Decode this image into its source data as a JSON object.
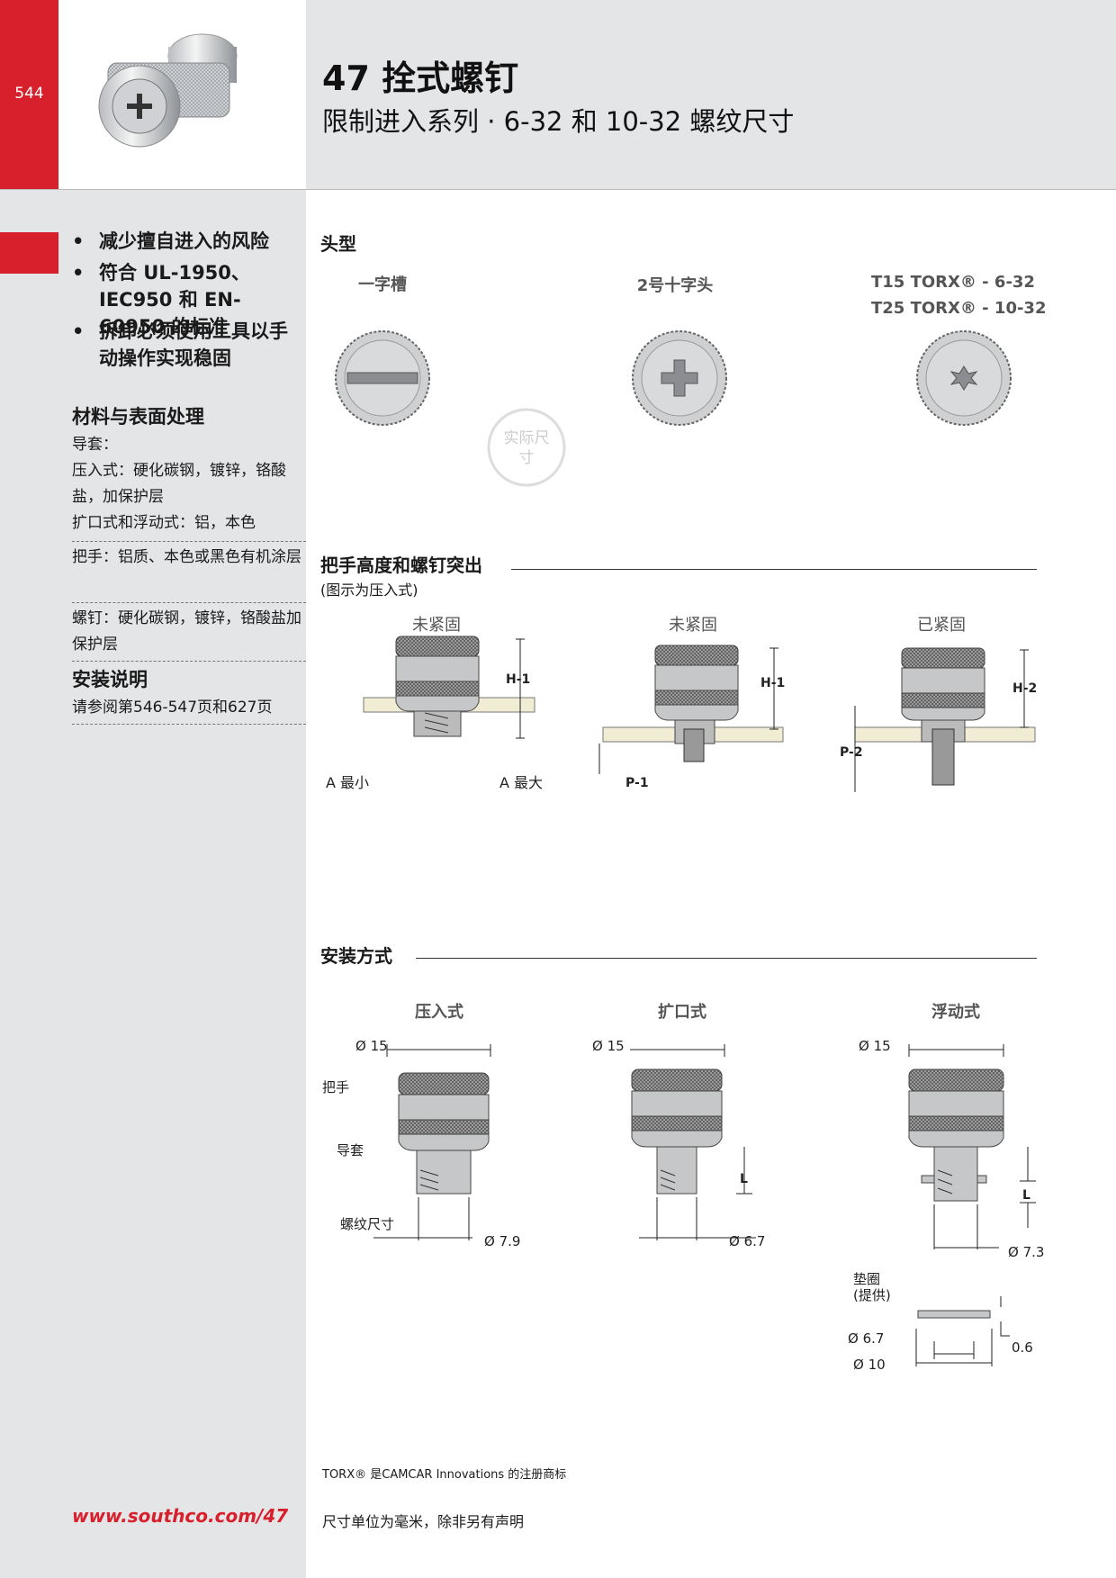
{
  "page_number": "544",
  "title": "47 拴式螺钉",
  "subtitle": "限制进入系列 · 6-32 和 10-32 螺纹尺寸",
  "features": [
    "减少擅自进入的风险",
    "符合 UL-1950、IEC950 和 EN-60950 的标准",
    "拆卸必须使用工具以手动操作实现稳固"
  ],
  "materials": {
    "heading": "材料与表面处理",
    "guide_label": "导套：",
    "guide_press": "压入式：硬化碳钢，镀锌，铬酸盐，加保护层",
    "guide_flare": "扩口式和浮动式：铝，本色",
    "knob": "把手：铝质、本色或黑色有机涂层",
    "screw": "螺钉：硬化碳钢，镀锌，铬酸盐加保护层"
  },
  "install_info": {
    "heading": "安装说明",
    "text": "请参阅第546-547页和627页"
  },
  "head_types": {
    "heading": "头型",
    "slotted": "一字槽",
    "phillips": "2号十字头",
    "torx_1": "T15 TORX® - 6-32",
    "torx_2": "T25 TORX® - 10-32",
    "actual_size_stamp": "实际尺寸"
  },
  "knob_height": {
    "heading": "把手高度和螺钉突出",
    "note": "(图示为压入式)",
    "state_1": "未紧固",
    "state_2": "未紧固",
    "state_3": "已紧固",
    "h1": "H-1",
    "h2": "H-2",
    "p1": "P-1",
    "p2": "P-2",
    "a_min": "A 最小",
    "a_max": "A 最大"
  },
  "mounting": {
    "heading": "安装方式",
    "press_in": "压入式",
    "flare": "扩口式",
    "floating": "浮动式",
    "dia_15": "Ø 15",
    "knob_label": "把手",
    "guide_label": "导套",
    "thread_label": "螺纹尺寸",
    "dia_7_9": "Ø 7.9",
    "dia_6_7": "Ø 6.7",
    "dia_7_3": "Ø 7.3",
    "l_label": "L",
    "washer_label": "垫圈\n(提供)",
    "washer_id": "Ø 6.7",
    "washer_od": "Ø 10",
    "washer_t": "0.6"
  },
  "footer": {
    "trademark": "TORX® 是CAMCAR Innovations 的注册商标",
    "units": "尺寸单位为毫米，除非另有声明",
    "website": "www.southco.com/47"
  },
  "colors": {
    "brand_red": "#d7202b",
    "panel_gray": "#e4e5e7"
  }
}
